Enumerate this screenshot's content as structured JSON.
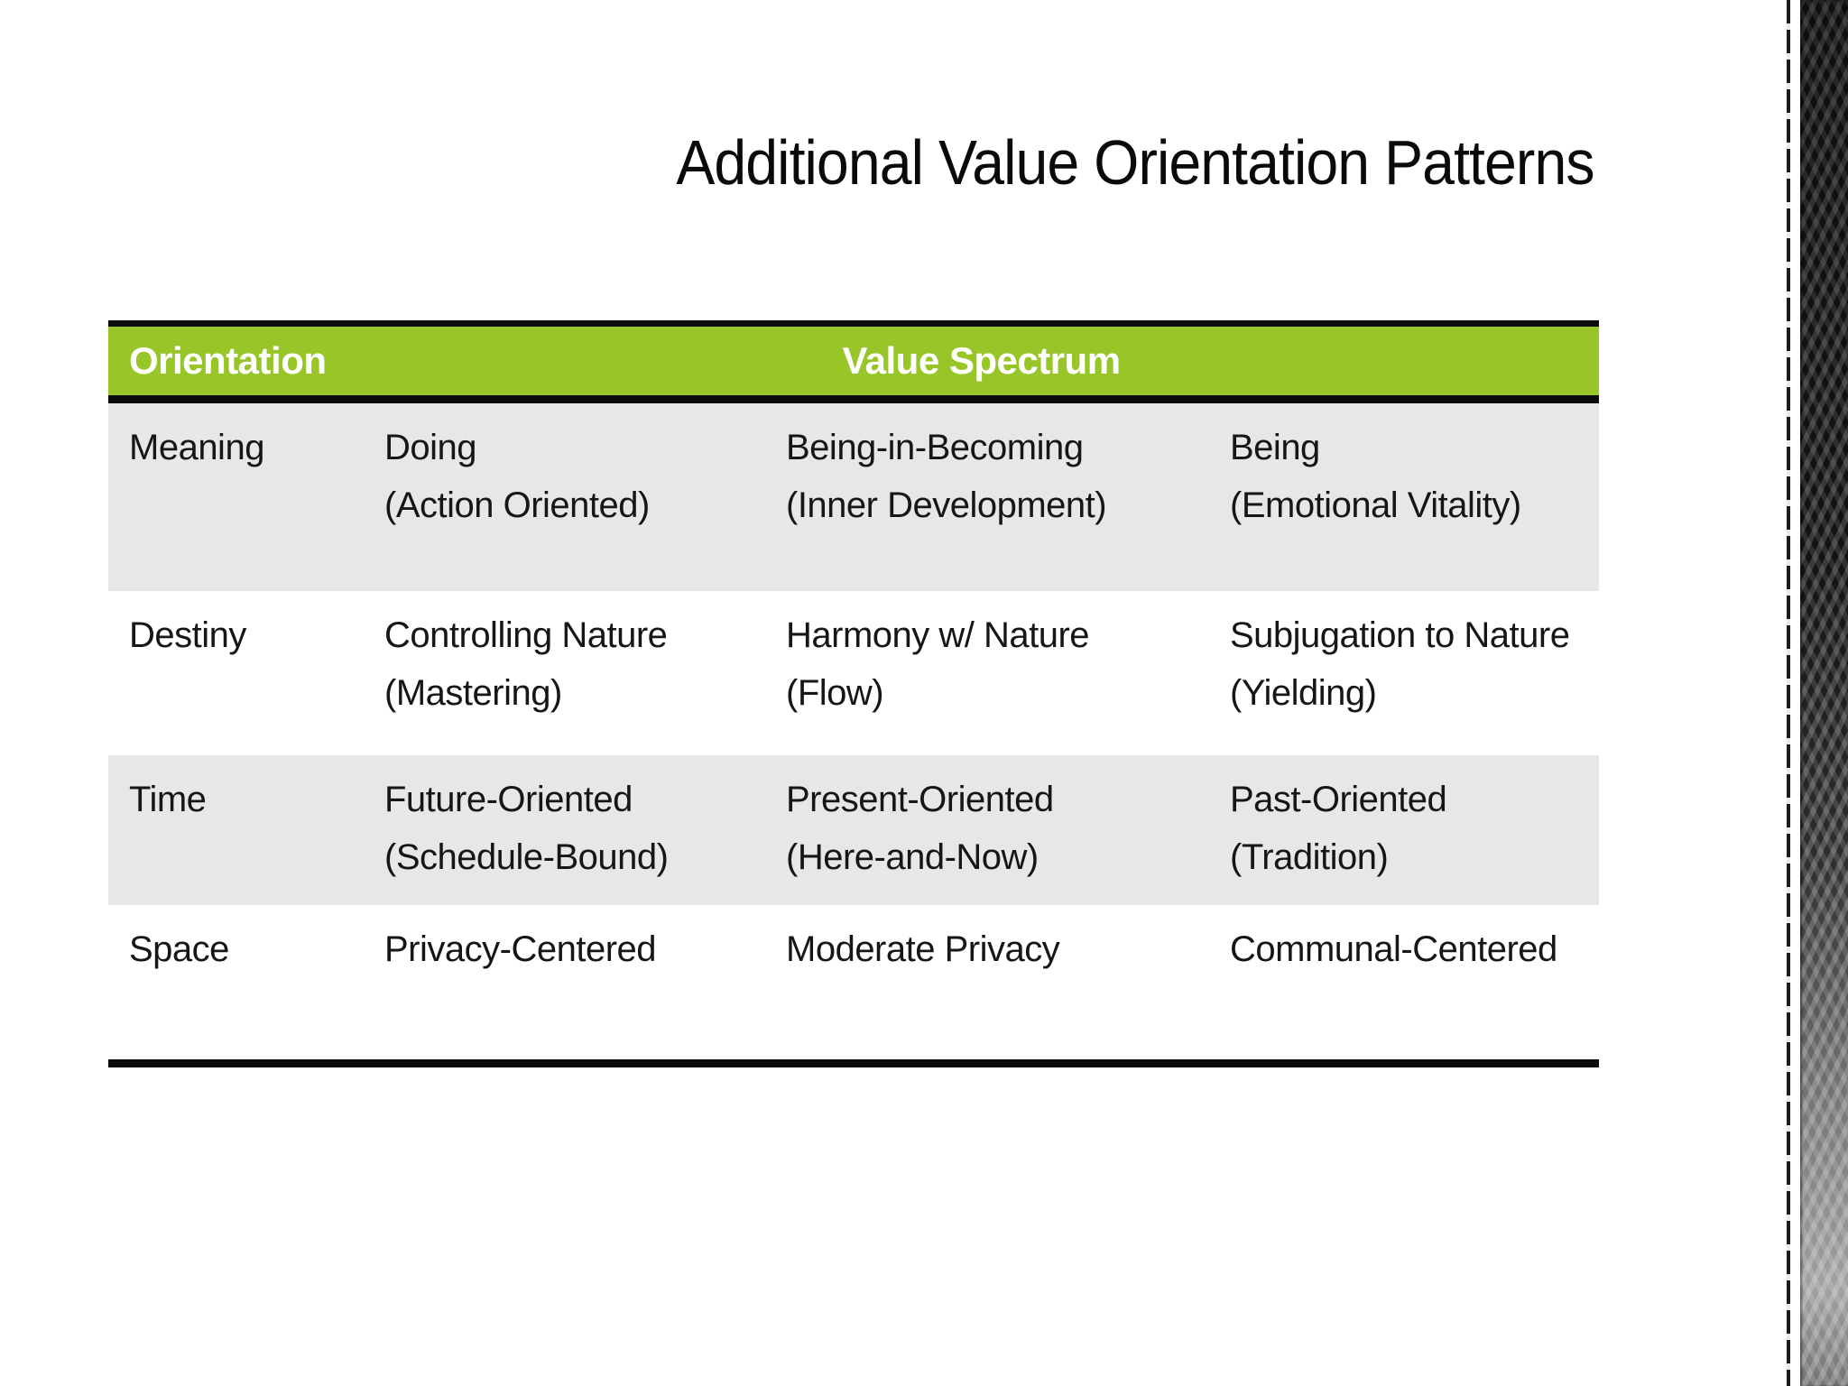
{
  "slide": {
    "title": "Additional Value Orientation Patterns"
  },
  "table": {
    "header": {
      "orientation": "Orientation",
      "value_spectrum": "Value Spectrum"
    },
    "rows": [
      {
        "label": "Meaning",
        "cells": [
          {
            "line1": "Doing",
            "line2": "(Action Oriented)"
          },
          {
            "line1": "Being-in-Becoming",
            "line2": "(Inner Development)"
          },
          {
            "line1": "Being",
            "line2": "(Emotional Vitality)"
          }
        ]
      },
      {
        "label": "Destiny",
        "cells": [
          {
            "line1": "Controlling Nature",
            "line2": "(Mastering)"
          },
          {
            "line1": "Harmony w/ Nature",
            "line2": "(Flow)"
          },
          {
            "line1": "Subjugation to Nature",
            "line2": "(Yielding)"
          }
        ]
      },
      {
        "label": "Time",
        "cells": [
          {
            "line1": "Future-Oriented",
            "line2": "(Schedule-Bound)"
          },
          {
            "line1": "Present-Oriented",
            "line2": "(Here-and-Now)"
          },
          {
            "line1": "Past-Oriented",
            "line2": "(Tradition)"
          }
        ]
      },
      {
        "label": "Space",
        "cells": [
          {
            "line1": "Privacy-Centered",
            "line2": ""
          },
          {
            "line1": "Moderate Privacy",
            "line2": ""
          },
          {
            "line1": "Communal-Centered",
            "line2": ""
          }
        ]
      }
    ]
  },
  "colors": {
    "header_green": "#98C629",
    "header_text": "#FFFFFF",
    "row_alt_gray": "#E7E7E7",
    "body_text": "#161616",
    "rule_black": "#0B0B0B"
  }
}
